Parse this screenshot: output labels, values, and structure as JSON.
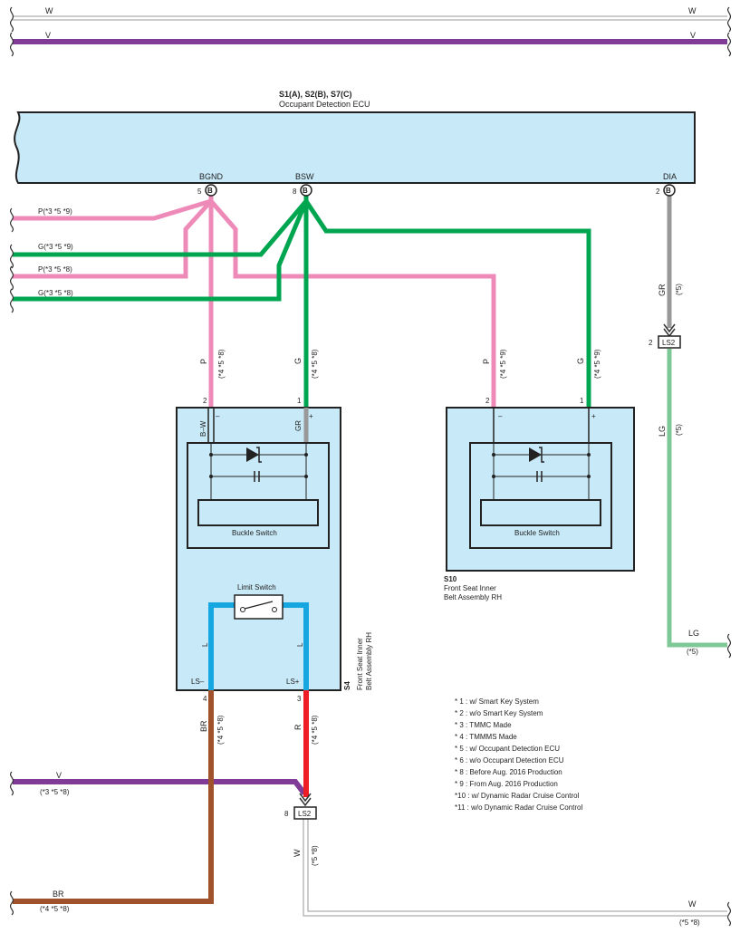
{
  "top_wires": {
    "w_left": "W",
    "w_right": "W",
    "v_left": "V",
    "v_right": "V"
  },
  "colors": {
    "pink": "#ee8ab8",
    "green": "#00a550",
    "gray": "#999999",
    "light_green": "#7ec897",
    "purple": "#7f3b96",
    "blue": "#17a7e0",
    "red": "#ee1c24",
    "brown": "#a0522d",
    "panel": "#c8e9f8"
  },
  "ecu": {
    "code": "S1(A), S2(B), S7(C)",
    "name": "Occupant Detection ECU",
    "pins": {
      "bgnd": {
        "name": "BGND",
        "num": "5",
        "conn": "B"
      },
      "bsw": {
        "name": "BSW",
        "num": "8",
        "conn": "B"
      },
      "dia": {
        "name": "DIA",
        "num": "2",
        "conn": "B"
      }
    }
  },
  "left_inputs": [
    {
      "label": "P(*3 *5 *9)"
    },
    {
      "label": "G(*3 *5 *9)"
    },
    {
      "label": "P(*3 *5 *8)"
    },
    {
      "label": "G(*3 *5 *8)"
    }
  ],
  "wire_labels": {
    "s4_pink": "P",
    "s4_pink_note": "(*4 *5 *8)",
    "s4_green": "G",
    "s4_green_note": "(*4 *5 *8)",
    "s10_pink": "P",
    "s10_pink_note": "(*4 *5 *9)",
    "s10_green": "G",
    "s10_green_note": "(*4 *5 *9)",
    "dia_gray": "GR",
    "dia_gray_note": "(*5)",
    "dia_lg": "LG",
    "dia_lg_note": "(*5)",
    "lg_right": "LG",
    "lg_right_note": "(*5)",
    "br_down": "BR",
    "br_down_note": "(*4 *5 *8)",
    "r_down": "R",
    "r_down_note": "(*4 *5 *8)",
    "v_bottom": "V",
    "v_bottom_note": "(*3 *5 *8)",
    "br_bottom": "BR",
    "br_bottom_note": "(*4 *5 *8)",
    "w_down": "W",
    "w_down_note": "(*5 *8)",
    "w_bottom": "W",
    "w_bottom_note": "(*5 *8)"
  },
  "s4": {
    "pin_2": "2",
    "pin_1": "1",
    "pin_4": "4",
    "pin_3": "3",
    "inner_bw": "B–W",
    "inner_gr": "GR",
    "minus": "–",
    "plus": "+",
    "buckle_label": "Buckle Switch",
    "limit_label": "Limit Switch",
    "l_left": "L",
    "l_right": "L",
    "ls_minus": "LS–",
    "ls_plus": "LS+",
    "code": "S4",
    "name_line1": "Front Seat Inner",
    "name_line2": "Belt Assembly RH"
  },
  "s10": {
    "pin_2": "2",
    "pin_1": "1",
    "minus": "–",
    "plus": "+",
    "buckle_label": "Buckle Switch",
    "code": "S10",
    "name_line1": "Front Seat Inner",
    "name_line2": "Belt Assembly RH"
  },
  "ls2_top": {
    "num": "2",
    "label": "LS2"
  },
  "ls2_bottom": {
    "num": "8",
    "label": "LS2"
  },
  "notes": [
    "* 1 : w/ Smart Key System",
    "* 2 : w/o Smart Key System",
    "* 3 : TMMC Made",
    "* 4 : TMMMS Made",
    "* 5 : w/ Occupant Detection ECU",
    "* 6 : w/o Occupant Detection ECU",
    "* 8 : Before Aug.  2016 Production",
    "* 9 : From Aug.  2016 Production",
    "*10 : w/ Dynamic Radar Cruise Control",
    "*11 : w/o Dynamic Radar Cruise Control"
  ]
}
